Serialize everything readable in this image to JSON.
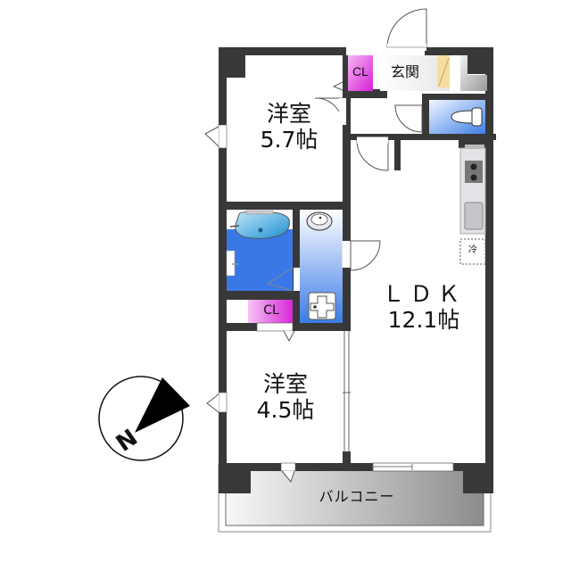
{
  "floorplan": {
    "rooms": {
      "western_room_1": {
        "name": "洋室",
        "size": "5.7帖"
      },
      "western_room_2": {
        "name": "洋室",
        "size": "4.5帖"
      },
      "ldk": {
        "name": "ＬＤＫ",
        "size": "12.1帖"
      },
      "entrance": {
        "name": "玄関"
      },
      "closet_1": {
        "name": "CL"
      },
      "closet_2": {
        "name": "CL"
      },
      "balcony": {
        "name": "バルコニー"
      },
      "refrigerator": {
        "name": "冷"
      }
    },
    "compass": {
      "label": "N",
      "icon": "north-arrow-icon"
    },
    "colors": {
      "wall": "#383838",
      "closet": "#e040e0",
      "wet_area": "#3a78e8",
      "toilet_blue": "#5a93ee",
      "entrance_floor": "#eeeeee",
      "balcony_dark": "#8a8a8a",
      "balcony_light": "#f4f4f4"
    }
  }
}
